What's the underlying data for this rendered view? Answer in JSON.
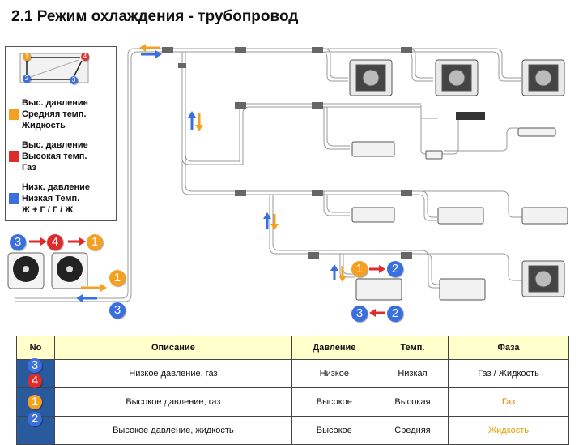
{
  "title": "2.1 Режим охлаждения - трубопровод",
  "legend": {
    "items": [
      {
        "color": "#f5a020",
        "lines": [
          "Выс. давление",
          "Средняя темп.",
          "Жидкость"
        ]
      },
      {
        "color": "#e02b2b",
        "lines": [
          "Выс. давление",
          "Высокая темп.",
          "Газ"
        ]
      },
      {
        "color": "#3a6fe0",
        "lines": [
          "Низк. давление",
          "Низкая Темп.",
          "Ж + Г / Г / Ж"
        ]
      }
    ],
    "cycle_numbers": [
      "1",
      "4",
      "2",
      "3"
    ]
  },
  "diagram_labels": {
    "n1": "1",
    "n2": "2",
    "n3": "3",
    "n4": "4"
  },
  "table": {
    "headers": [
      "No",
      "Описание",
      "Давление",
      "Темп.",
      "Фаза"
    ],
    "rows": [
      {
        "numbers": [
          "3",
          "4"
        ],
        "description": "Низкое давление, газ",
        "pressure": "Низкое",
        "temp": "Низкая",
        "phase": "Газ / Жидкость"
      },
      {
        "numbers": [
          "1"
        ],
        "description": "Высокое давление, газ",
        "pressure": "Высокое",
        "temp": "Высокая",
        "phase": "Газ"
      },
      {
        "numbers": [
          "2"
        ],
        "description": "Высокое давление, жидкость",
        "pressure": "Высокое",
        "temp": "Средняя",
        "phase": "Жидкость"
      }
    ]
  },
  "colors": {
    "orange": "#f5a020",
    "red": "#e02b2b",
    "blue": "#3a6fe0",
    "header_bg": "#ffffcc",
    "number_col": "#2a5a9e"
  }
}
